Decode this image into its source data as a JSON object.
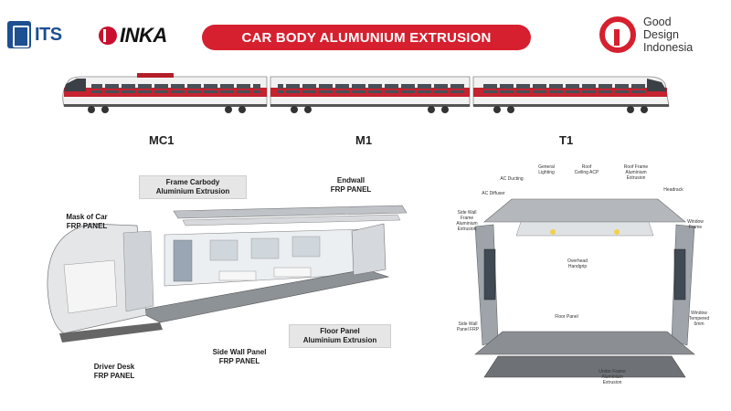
{
  "header": {
    "title": "CAR BODY ALUMUNIUM EXTRUSION",
    "logo_its": "ITS",
    "logo_inka": "INKA",
    "logo_gdi": [
      "Good",
      "Design",
      "Indonesia"
    ]
  },
  "cars": [
    {
      "label": "MC1"
    },
    {
      "label": "M1"
    },
    {
      "label": "T1"
    }
  ],
  "exploded_view": {
    "frame": [
      "Frame Carbody",
      "Aluminium Extrusion"
    ],
    "endwall": [
      "Endwall",
      "FRP PANEL"
    ],
    "mask": [
      "Mask of Car",
      "FRP PANEL"
    ],
    "driver_desk": [
      "Driver Desk",
      "FRP PANEL"
    ],
    "side_wall": [
      "Side Wall Panel",
      "FRP PANEL"
    ],
    "floor": [
      "Floor Panel",
      "Aluminium Extrusion"
    ]
  },
  "cross_section": {
    "general_lighting": [
      "General",
      "Lighting"
    ],
    "roof_ceiling": [
      "Roof",
      "Ceiling ACP"
    ],
    "roof_frame": [
      "Roof Frame",
      "Aluminium",
      "Extrusion"
    ],
    "ac_ducting": "AC Ducting",
    "ac_diffuser": "AC Diffuser",
    "headrack": "Headrack",
    "side_wall_frame": [
      "Side Wall",
      "Frame",
      "Aluminium",
      "Extrusion"
    ],
    "window_frame": [
      "Window",
      "Frame"
    ],
    "overhead_handgrip": [
      "Overhead",
      "Handgrip"
    ],
    "window_glass": [
      "Window",
      "Tempered",
      "6mm"
    ],
    "floor_panel": "Floor Panel",
    "side_wall_panel": [
      "Side Wall",
      "Panel FRP"
    ],
    "underframe": [
      "Under Frame",
      "Aluminium",
      "Extrusion"
    ]
  },
  "colors": {
    "brand_red": "#d6202f",
    "its_blue": "#1d4f91",
    "train_red": "#c4232f"
  }
}
